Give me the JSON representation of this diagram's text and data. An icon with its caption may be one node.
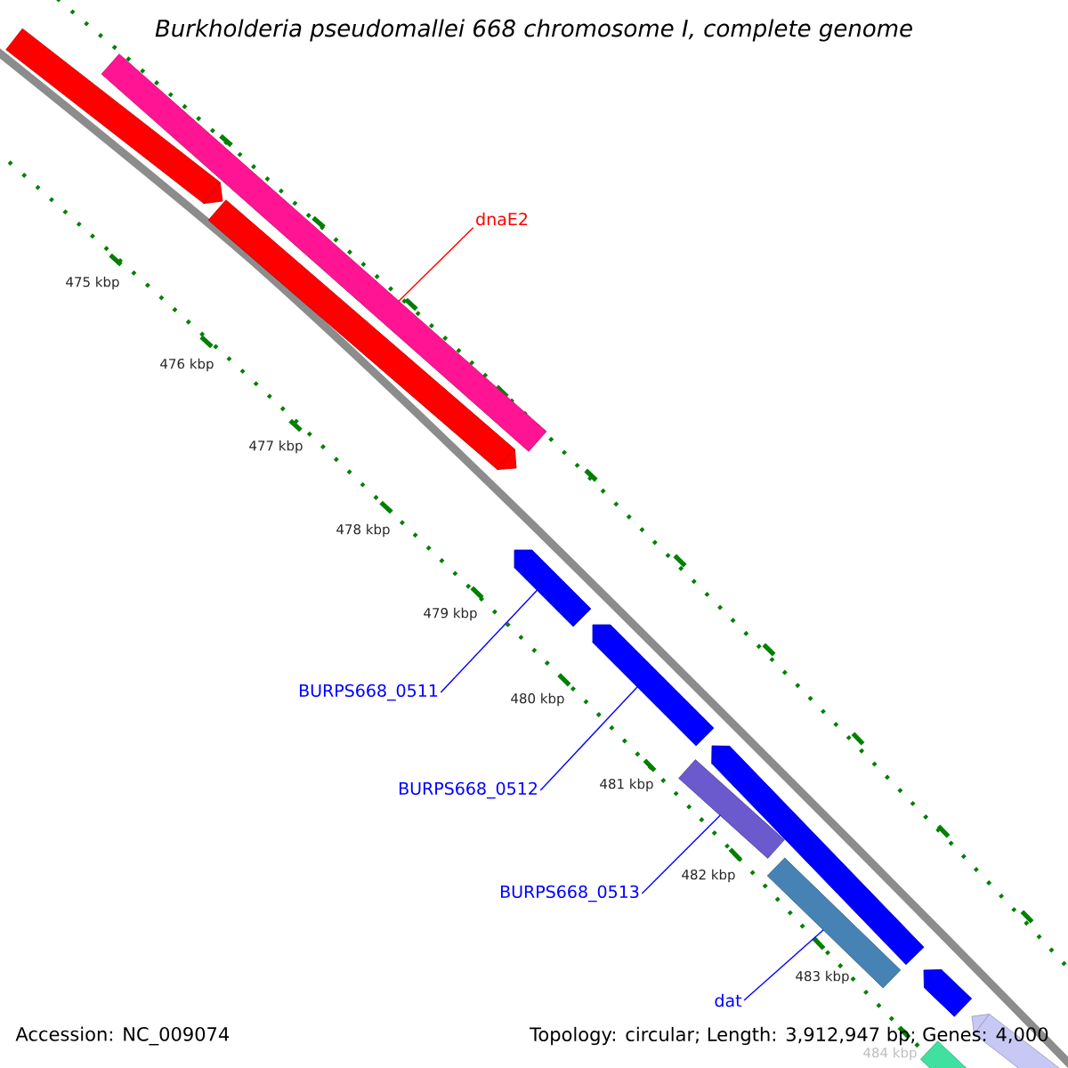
{
  "diagram": {
    "title": "Burkholderia pseudomallei 668 chromosome I, complete genome",
    "nodes": [
      {
        "text": [],
        "shape": "bar"
      },
      {
        "text": [],
        "shape": "bar"
      },
      {
        "text": [],
        "shape": "bar"
      },
      {
        "text": [
          "dnaE2"
        ]
      },
      {
        "text": [],
        "shape": "bar"
      },
      {
        "text": [],
        "shape": "bar"
      },
      {
        "text": [
          "BURPS668_0511"
        ]
      },
      {
        "text": [],
        "shape": "bar"
      },
      {
        "text": [],
        "shape": "bar"
      },
      {
        "text": [
          "BURPS668_0512"
        ]
      },
      {
        "text": [],
        "shape": "bar"
      },
      {
        "text": [
          "BURPS668_0513"
        ]
      },
      {
        "text": [],
        "shape": "bar"
      },
      {
        "text": [
          "dat"
        ]
      },
      {
        "text": [],
        "shape": "bar"
      },
      {
        "text": [],
        "shape": "bar"
      }
    ],
    "edges": [
      {
        "from": 3,
        "to": 1,
        "arrow": "none",
        "color": "#ff0000"
      },
      {
        "from": 6,
        "to": 4,
        "arrow": "none"
      },
      {
        "from": 9,
        "to": 5,
        "arrow": "none"
      },
      {
        "from": 11,
        "to": 8,
        "arrow": "none"
      },
      {
        "from": 13,
        "to": 10,
        "arrow": "none"
      }
    ],
    "labels": [
      "475 kbp",
      "476 kbp",
      "477 kbp",
      "478 kbp",
      "479 kbp",
      "480 kbp",
      "481 kbp",
      "482 kbp",
      "483 kbp",
      "Accession: NC_009074",
      "Topology: circular; Length: 3,912,947 bp; Genes: 4,000",
      "484 kbp"
    ]
  }
}
